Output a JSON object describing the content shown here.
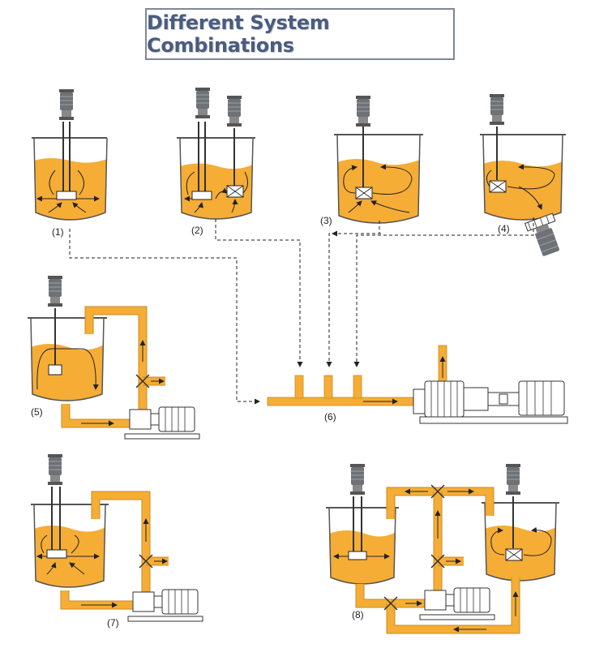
{
  "title": "Different System Combinations",
  "labels": {
    "c1": "(1)",
    "c2": "(2)",
    "c3": "(3)",
    "c4": "(4)",
    "c5": "(5)",
    "c6": "(6)",
    "c7": "(7)",
    "c8": "(8)"
  },
  "colors": {
    "liquid": "#f5ad36",
    "pipe": "#f5ad36",
    "pipe_edge": "#c98a22",
    "tank_outline": "#555555",
    "motor": "#6e7276",
    "arrow": "#222222",
    "title_text": "#4b5c7e",
    "title_border": "#7f8797"
  }
}
